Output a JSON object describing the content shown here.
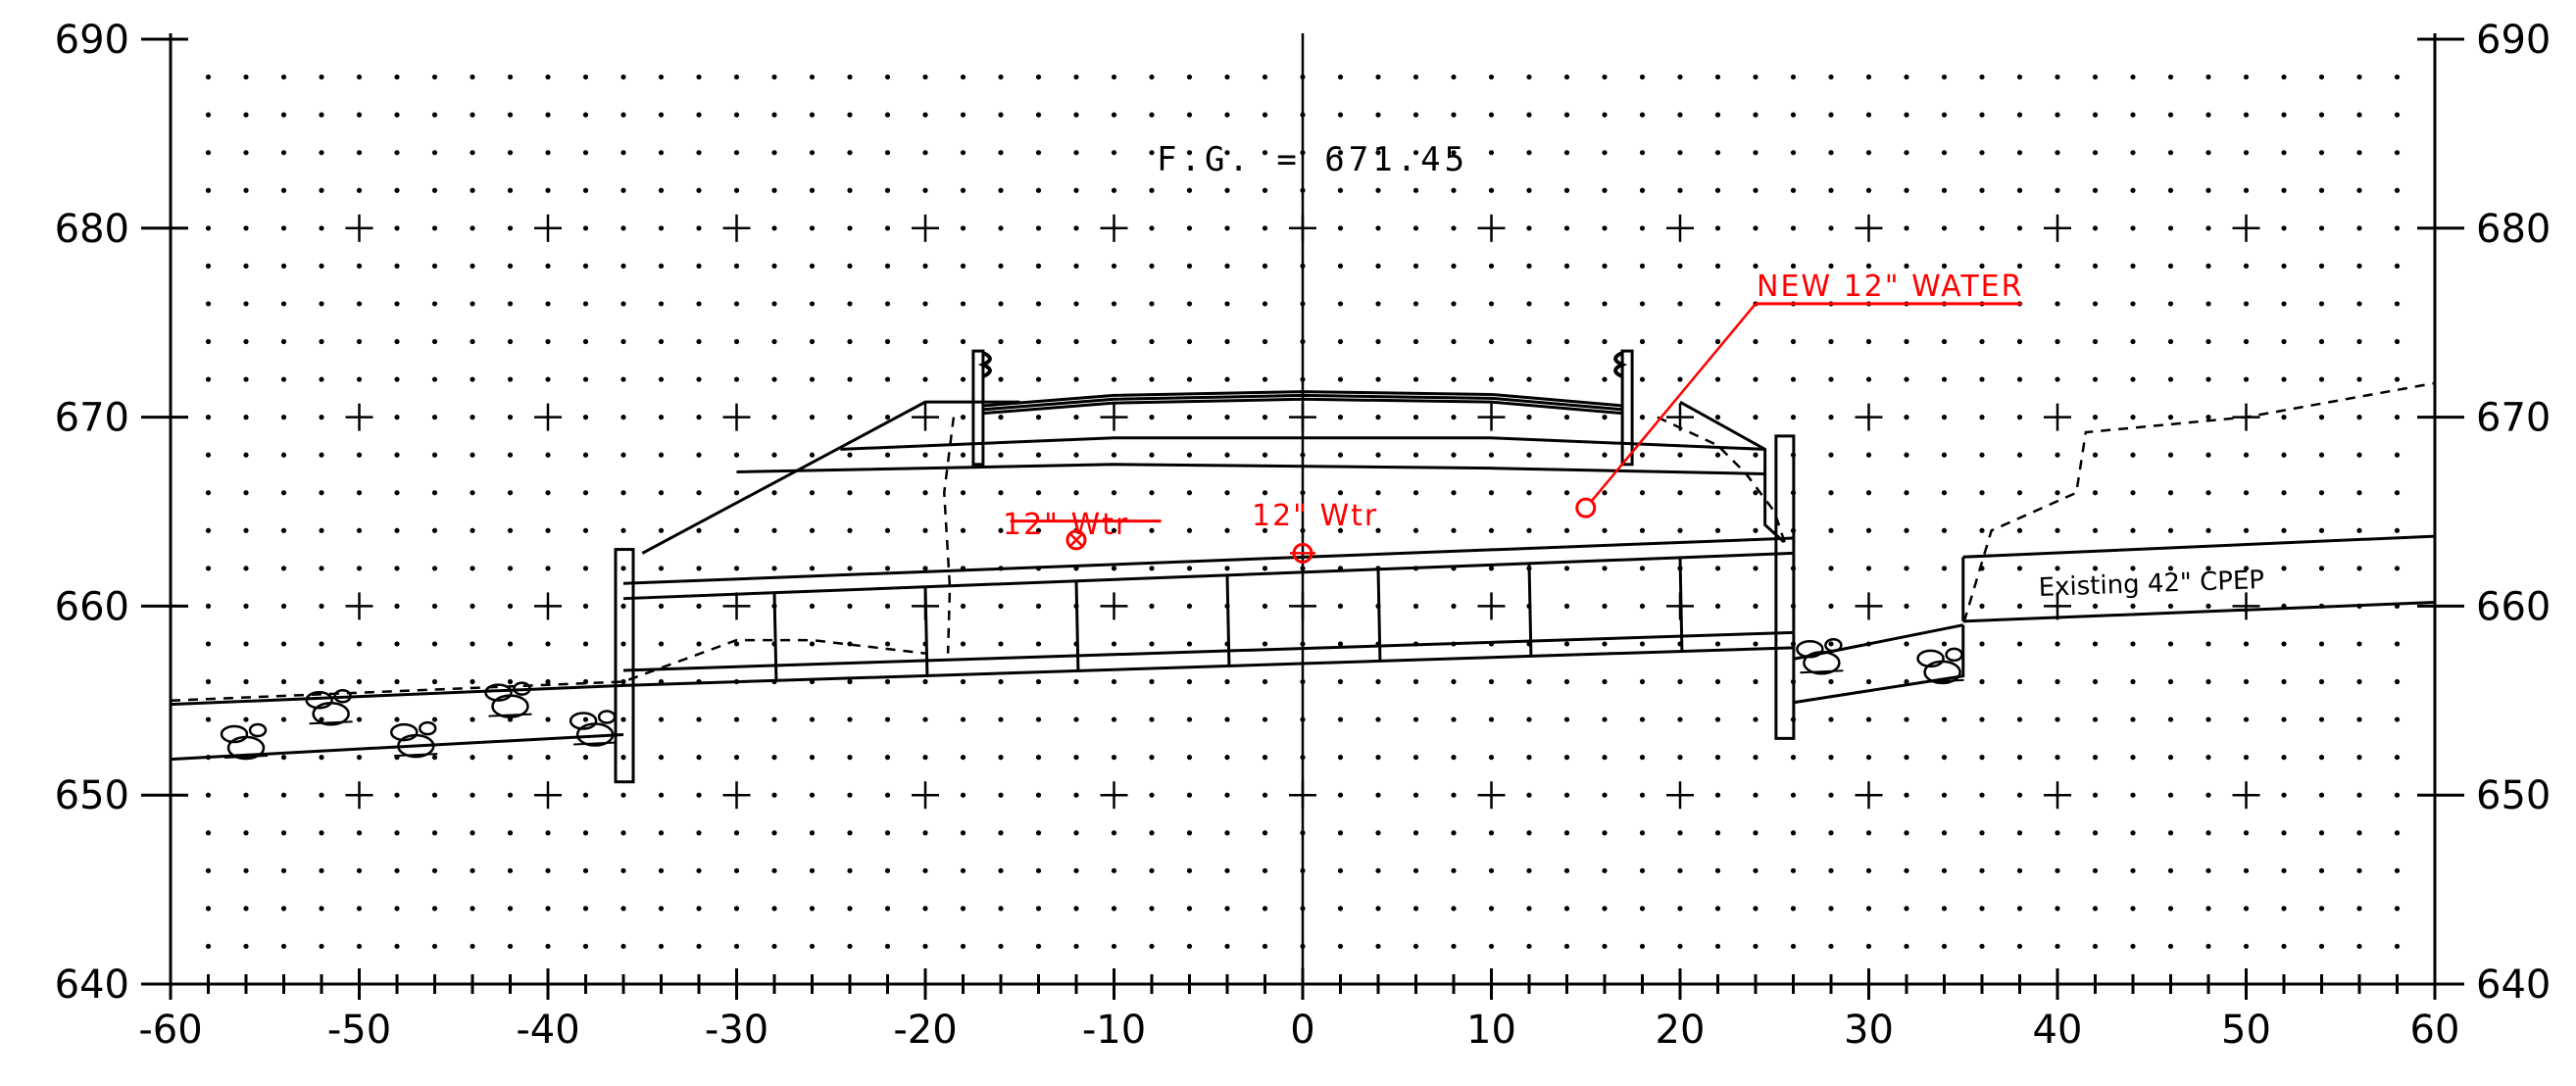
{
  "drawing": {
    "fg_note": "F.G. = 671.45",
    "labels": {
      "existing_water_left": "12\" Wtr",
      "existing_water_center": "12\" Wtr",
      "new_water": "NEW 12\" WATER",
      "existing_pipe": "Existing 42\" CPEP"
    },
    "colors": {
      "linework": "#000000",
      "utility": "#ff0000",
      "background": "#ffffff"
    }
  },
  "chart_data": {
    "type": "cross-section",
    "xlim": [
      -60,
      60
    ],
    "ylim": [
      640,
      690
    ],
    "x_ticks": [
      "-60",
      "-50",
      "-40",
      "-30",
      "-20",
      "-10",
      "0",
      "10",
      "20",
      "30",
      "40",
      "50",
      "60"
    ],
    "y_ticks": [
      "640",
      "650",
      "660",
      "670",
      "680",
      "690"
    ],
    "grid": "dotted, 2-unit spacing with plus marks at 10-unit intersections",
    "utilities": [
      {
        "label": "12\" Wtr",
        "x": -12,
        "y": 663.5,
        "status": "existing"
      },
      {
        "label": "12\" Wtr",
        "x": 0,
        "y": 662.8,
        "status": "existing"
      },
      {
        "label": "NEW 12\" WATER",
        "x": 15,
        "y": 665.2,
        "status": "proposed"
      }
    ],
    "finished_grade": 671.45,
    "bridge_deck_profile": [
      [
        -20,
        670.8
      ],
      [
        0,
        671.3
      ],
      [
        20,
        670.8
      ]
    ],
    "abutments": [
      {
        "x": -36,
        "top": 663,
        "bottom": 650.7
      },
      {
        "x": 25.5,
        "top": 669,
        "bottom": 653
      }
    ],
    "culvert_top": [
      [
        -36,
        661.2
      ],
      [
        26,
        663.6
      ]
    ],
    "culvert_bottom": [
      [
        -36,
        655.8
      ],
      [
        26,
        657.8
      ]
    ],
    "ground_line": [
      [
        -60,
        655
      ],
      [
        -36,
        656
      ],
      [
        -30,
        658.2
      ],
      [
        -26,
        658.2
      ],
      [
        -20,
        657.5
      ]
    ],
    "existing_profile_dashed": [
      [
        26,
        657.2
      ],
      [
        35,
        659
      ],
      [
        36.5,
        664
      ],
      [
        41,
        666
      ],
      [
        41.5,
        669.2
      ],
      [
        50,
        670
      ],
      [
        60,
        671.8
      ]
    ],
    "existing_pipe_line": [
      [
        35,
        662.6
      ],
      [
        60,
        663.7
      ]
    ],
    "existing_pipe_bottom": [
      [
        35,
        659.2
      ],
      [
        60,
        660.2
      ]
    ]
  }
}
